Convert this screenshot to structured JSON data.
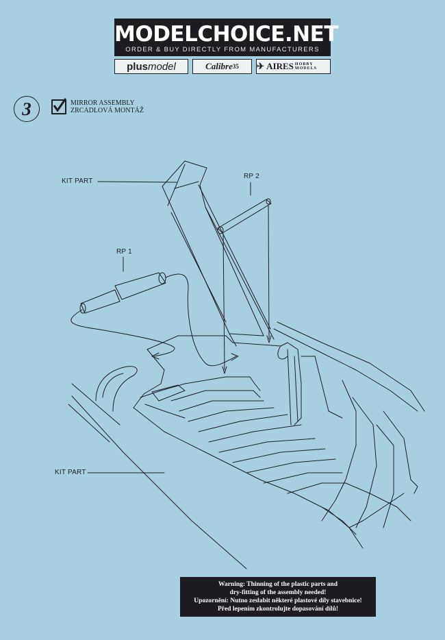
{
  "header": {
    "site": "MODELCHOICE.NET",
    "tagline": "ORDER & BUY DIRECTLY FROM MANUFACTURERS",
    "logos": {
      "plus_a": "plus",
      "plus_b": "model",
      "calibre": "Calibre",
      "calibre_num": "35",
      "aires": "AIRES",
      "aires_sub": "HOBBY MODELS"
    }
  },
  "step": {
    "number": "3",
    "title_en": "MIRROR  ASSEMBLY",
    "title_cz": "ZRCADLOVÁ MONTÁŽ"
  },
  "callouts": {
    "kit_part_top": "KIT PART",
    "rp2": "RP 2",
    "rp1": "RP 1",
    "kit_part_bottom": "KIT PART"
  },
  "warning": {
    "line1": "Warning: Thinning of the plastic parts and",
    "line2": "dry-fitting of the assembly needed!",
    "line3": "Upozornění: Nutno zeslabit některé plastové díly stavebnice!",
    "line4": "Před lepením zkontrolujte dopasování dílů!"
  }
}
